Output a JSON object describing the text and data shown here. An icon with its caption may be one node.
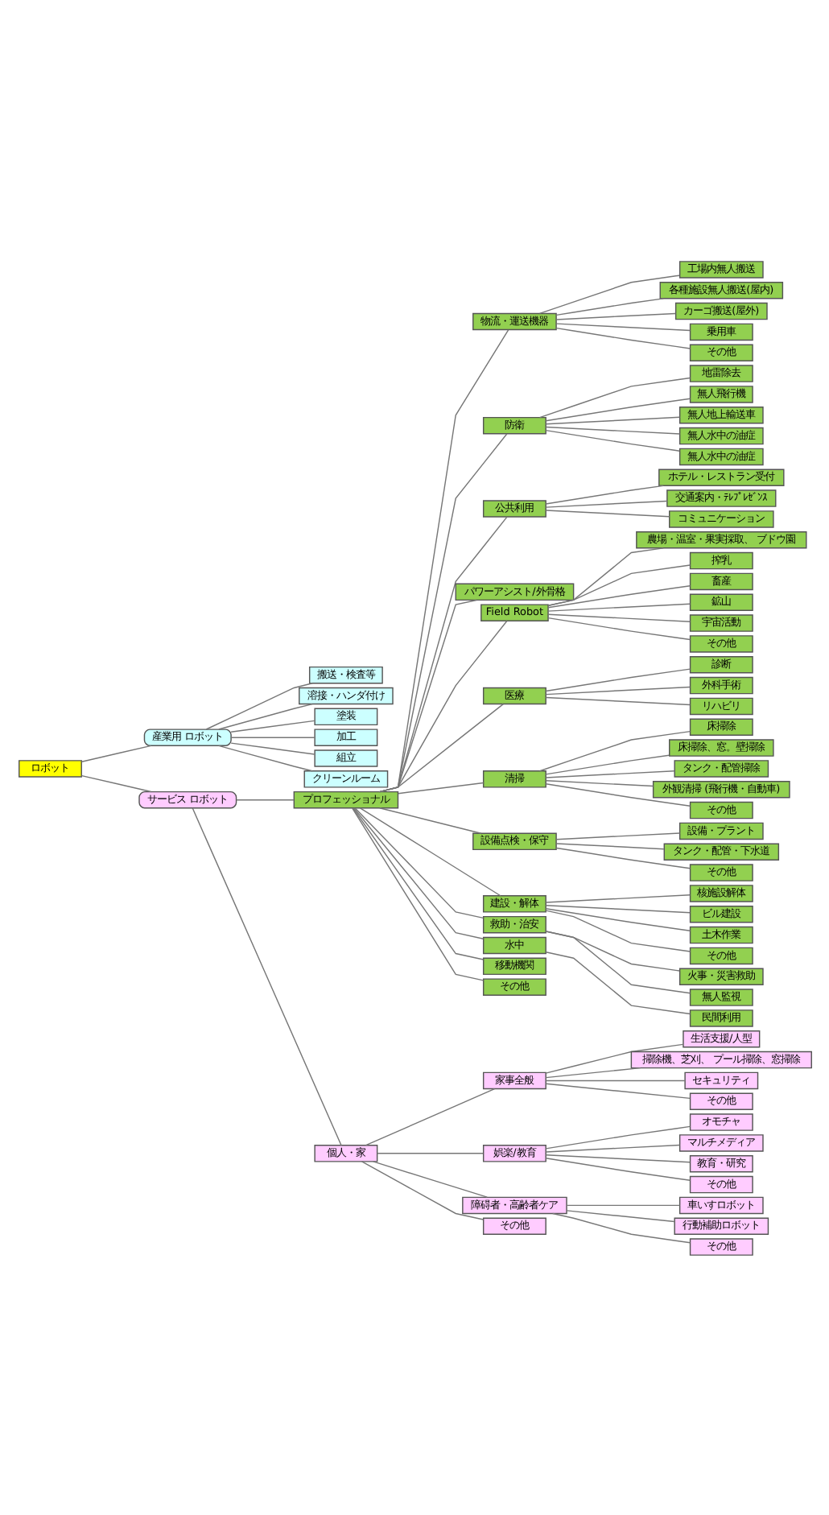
{
  "diagram": {
    "nodes": [
      {
        "text": [
          "ロボット"
        ]
      },
      {
        "text": [
          "産業用 ロボット"
        ]
      },
      {
        "text": [
          "搬送・検査等"
        ]
      },
      {
        "text": [
          "溶接・ハンダ付け"
        ]
      },
      {
        "text": [
          "塗装"
        ]
      },
      {
        "text": [
          "加工"
        ]
      },
      {
        "text": [
          "組立"
        ]
      },
      {
        "text": [
          "クリーンルーム"
        ]
      },
      {
        "text": [
          "サービス ロボット"
        ]
      },
      {
        "text": [
          "プロフェッショナル"
        ]
      },
      {
        "text": [
          "物流・運送機器"
        ]
      },
      {
        "text": [
          "工場内無人搬送"
        ]
      },
      {
        "text": [
          "各種施設無人搬送(屋内)"
        ]
      },
      {
        "text": [
          "カーゴ搬送(屋外)"
        ]
      },
      {
        "text": [
          "乗用車"
        ]
      },
      {
        "text": [
          "その他"
        ]
      },
      {
        "text": [
          "防衛"
        ]
      },
      {
        "text": [
          "地雷除去"
        ]
      },
      {
        "text": [
          "無人飛行機"
        ]
      },
      {
        "text": [
          "無人地上輸送車"
        ]
      },
      {
        "text": [
          "無人水中の油症"
        ]
      },
      {
        "text": [
          "無人水中の油症"
        ]
      },
      {
        "text": [
          "公共利用"
        ]
      },
      {
        "text": [
          "ホテル・レストラン受付"
        ]
      },
      {
        "text": [
          "交通案内・ﾃﾚﾌﾟﾚｾﾞﾝｽ"
        ]
      },
      {
        "text": [
          "コミュニケーション"
        ]
      },
      {
        "text": [
          "パワーアシスト/外骨格"
        ]
      },
      {
        "text": [
          "Field Robot"
        ]
      },
      {
        "text": [
          "農場・温室・果実採取、 ブドウ園"
        ]
      },
      {
        "text": [
          "搾乳"
        ]
      },
      {
        "text": [
          "畜産"
        ]
      },
      {
        "text": [
          "鉱山"
        ]
      },
      {
        "text": [
          "宇宙活動"
        ]
      },
      {
        "text": [
          "その他"
        ]
      },
      {
        "text": [
          "医療"
        ]
      },
      {
        "text": [
          "診断"
        ]
      },
      {
        "text": [
          "外科手術"
        ]
      },
      {
        "text": [
          "リハビリ"
        ]
      },
      {
        "text": [
          "清掃"
        ]
      },
      {
        "text": [
          "床掃除"
        ]
      },
      {
        "text": [
          "床掃除、窓。壁掃除"
        ]
      },
      {
        "text": [
          "タンク・配管掃除"
        ]
      },
      {
        "text": [
          "外観清掃 (飛行機・自動車)"
        ]
      },
      {
        "text": [
          "その他"
        ]
      },
      {
        "text": [
          "設備点検・保守"
        ]
      },
      {
        "text": [
          "設備・プラント"
        ]
      },
      {
        "text": [
          "タンク・配管・下水道"
        ]
      },
      {
        "text": [
          "その他"
        ]
      },
      {
        "text": [
          "建設・解体"
        ]
      },
      {
        "text": [
          "核施設解体"
        ]
      },
      {
        "text": [
          "ビル建設"
        ]
      },
      {
        "text": [
          "土木作業"
        ]
      },
      {
        "text": [
          "その他"
        ]
      },
      {
        "text": [
          "救助・治安"
        ]
      },
      {
        "text": [
          "火事・災害救助"
        ]
      },
      {
        "text": [
          "無人監視"
        ]
      },
      {
        "text": [
          "水中"
        ]
      },
      {
        "text": [
          "民間利用"
        ]
      },
      {
        "text": [
          "移動機関"
        ]
      },
      {
        "text": [
          "その他"
        ]
      },
      {
        "text": [
          "個人・家"
        ]
      },
      {
        "text": [
          "家事全般"
        ]
      },
      {
        "text": [
          "生活支援/人型"
        ]
      },
      {
        "text": [
          "掃除機、芝刈、 プール掃除、窓掃除"
        ]
      },
      {
        "text": [
          "セキュリティ"
        ]
      },
      {
        "text": [
          "その他"
        ]
      },
      {
        "text": [
          "娯楽/教育"
        ]
      },
      {
        "text": [
          "オモチャ"
        ]
      },
      {
        "text": [
          "マルチメディア"
        ]
      },
      {
        "text": [
          "教育・研究"
        ]
      },
      {
        "text": [
          "その他"
        ]
      },
      {
        "text": [
          "障碍者・高齢者ケア"
        ]
      },
      {
        "text": [
          "車いすロボット"
        ]
      },
      {
        "text": [
          "行動補助ロボット"
        ]
      },
      {
        "text": [
          "その他"
        ]
      },
      {
        "text": [
          "その他"
        ]
      }
    ],
    "edges": [
      {
        "from": 0,
        "to": 1,
        "arrow": "none"
      },
      {
        "from": 0,
        "to": 8,
        "arrow": "none"
      },
      {
        "from": 1,
        "to": 2,
        "arrow": "none"
      },
      {
        "from": 1,
        "to": 3,
        "arrow": "none"
      },
      {
        "from": 1,
        "to": 4,
        "arrow": "none"
      },
      {
        "from": 1,
        "to": 5,
        "arrow": "none"
      },
      {
        "from": 1,
        "to": 6,
        "arrow": "none"
      },
      {
        "from": 1,
        "to": 7,
        "arrow": "none"
      },
      {
        "from": 8,
        "to": 9,
        "arrow": "none"
      },
      {
        "from": 8,
        "to": 60,
        "arrow": "none"
      },
      {
        "from": 9,
        "to": 10,
        "arrow": "none"
      },
      {
        "from": 9,
        "to": 16,
        "arrow": "none"
      },
      {
        "from": 9,
        "to": 22,
        "arrow": "none"
      },
      {
        "from": 9,
        "to": 26,
        "arrow": "none"
      },
      {
        "from": 9,
        "to": 27,
        "arrow": "none"
      },
      {
        "from": 9,
        "to": 34,
        "arrow": "none"
      },
      {
        "from": 9,
        "to": 38,
        "arrow": "none"
      },
      {
        "from": 9,
        "to": 44,
        "arrow": "none"
      },
      {
        "from": 9,
        "to": 48,
        "arrow": "none"
      },
      {
        "from": 9,
        "to": 53,
        "arrow": "none"
      },
      {
        "from": 9,
        "to": 56,
        "arrow": "none"
      },
      {
        "from": 9,
        "to": 58,
        "arrow": "none"
      },
      {
        "from": 9,
        "to": 59,
        "arrow": "none"
      },
      {
        "from": 10,
        "to": 11,
        "arrow": "none"
      },
      {
        "from": 10,
        "to": 12,
        "arrow": "none"
      },
      {
        "from": 10,
        "to": 13,
        "arrow": "none"
      },
      {
        "from": 10,
        "to": 14,
        "arrow": "none"
      },
      {
        "from": 10,
        "to": 15,
        "arrow": "none"
      },
      {
        "from": 16,
        "to": 17,
        "arrow": "none"
      },
      {
        "from": 16,
        "to": 18,
        "arrow": "none"
      },
      {
        "from": 16,
        "to": 19,
        "arrow": "none"
      },
      {
        "from": 16,
        "to": 20,
        "arrow": "none"
      },
      {
        "from": 16,
        "to": 21,
        "arrow": "none"
      },
      {
        "from": 22,
        "to": 23,
        "arrow": "none"
      },
      {
        "from": 22,
        "to": 24,
        "arrow": "none"
      },
      {
        "from": 22,
        "to": 25,
        "arrow": "none"
      },
      {
        "from": 27,
        "to": 28,
        "arrow": "none"
      },
      {
        "from": 27,
        "to": 29,
        "arrow": "none"
      },
      {
        "from": 27,
        "to": 30,
        "arrow": "none"
      },
      {
        "from": 27,
        "to": 31,
        "arrow": "none"
      },
      {
        "from": 27,
        "to": 32,
        "arrow": "none"
      },
      {
        "from": 27,
        "to": 33,
        "arrow": "none"
      },
      {
        "from": 34,
        "to": 35,
        "arrow": "none"
      },
      {
        "from": 34,
        "to": 36,
        "arrow": "none"
      },
      {
        "from": 34,
        "to": 37,
        "arrow": "none"
      },
      {
        "from": 38,
        "to": 39,
        "arrow": "none"
      },
      {
        "from": 38,
        "to": 40,
        "arrow": "none"
      },
      {
        "from": 38,
        "to": 41,
        "arrow": "none"
      },
      {
        "from": 38,
        "to": 42,
        "arrow": "none"
      },
      {
        "from": 38,
        "to": 43,
        "arrow": "none"
      },
      {
        "from": 44,
        "to": 45,
        "arrow": "none"
      },
      {
        "from": 44,
        "to": 46,
        "arrow": "none"
      },
      {
        "from": 44,
        "to": 47,
        "arrow": "none"
      },
      {
        "from": 48,
        "to": 49,
        "arrow": "none"
      },
      {
        "from": 48,
        "to": 50,
        "arrow": "none"
      },
      {
        "from": 48,
        "to": 51,
        "arrow": "none"
      },
      {
        "from": 48,
        "to": 52,
        "arrow": "none"
      },
      {
        "from": 53,
        "to": 54,
        "arrow": "none"
      },
      {
        "from": 53,
        "to": 55,
        "arrow": "none"
      },
      {
        "from": 56,
        "to": 57,
        "arrow": "none"
      },
      {
        "from": 60,
        "to": 61,
        "arrow": "none"
      },
      {
        "from": 60,
        "to": 66,
        "arrow": "none"
      },
      {
        "from": 60,
        "to": 71,
        "arrow": "none"
      },
      {
        "from": 60,
        "to": 75,
        "arrow": "none"
      },
      {
        "from": 61,
        "to": 62,
        "arrow": "none"
      },
      {
        "from": 61,
        "to": 63,
        "arrow": "none"
      },
      {
        "from": 61,
        "to": 64,
        "arrow": "none"
      },
      {
        "from": 61,
        "to": 65,
        "arrow": "none"
      },
      {
        "from": 66,
        "to": 67,
        "arrow": "none"
      },
      {
        "from": 66,
        "to": 68,
        "arrow": "none"
      },
      {
        "from": 66,
        "to": 69,
        "arrow": "none"
      },
      {
        "from": 66,
        "to": 70,
        "arrow": "none"
      },
      {
        "from": 71,
        "to": 72,
        "arrow": "none"
      },
      {
        "from": 71,
        "to": 73,
        "arrow": "none"
      },
      {
        "from": 71,
        "to": 74,
        "arrow": "none"
      }
    ]
  }
}
